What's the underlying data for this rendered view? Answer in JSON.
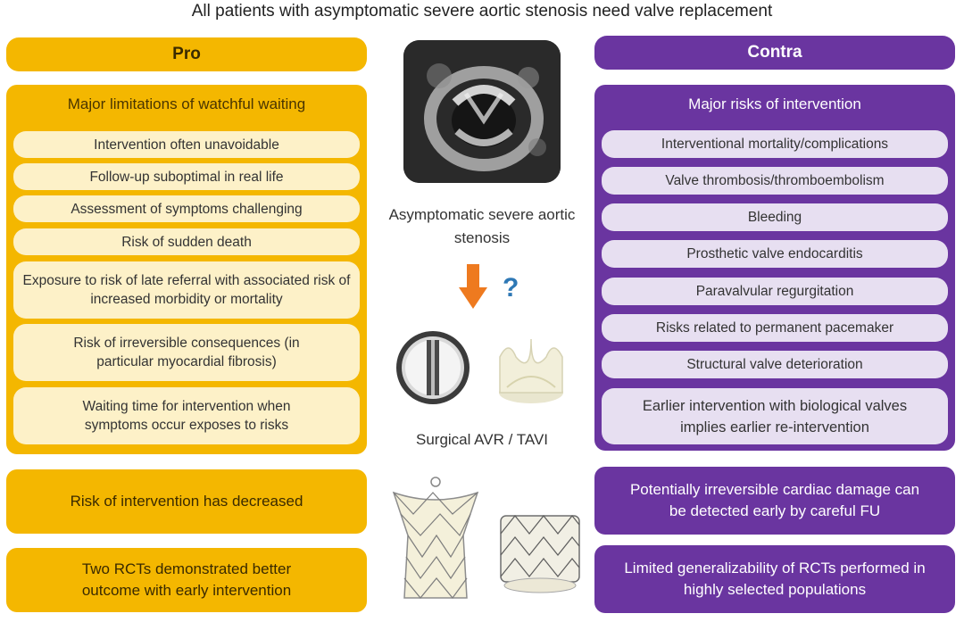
{
  "title": "All patients with asymptomatic severe aortic stenosis need valve replacement",
  "pro": {
    "header": "Pro",
    "panel_title": "Major limitations of watchful waiting",
    "items": [
      "Intervention often unavoidable",
      "Follow-up suboptimal in real life",
      "Assessment of symptoms challenging",
      "Risk of sudden death",
      "Exposure to risk of late referral with associated risk of increased morbidity or mortality",
      "Risk of irreversible consequences (in particular myocardial fibrosis)",
      "Waiting time for intervention when symptoms occur exposes to risks"
    ],
    "boxes": [
      "Risk of intervention has decreased",
      "Two RCTs demonstrated better outcome with early intervention"
    ]
  },
  "contra": {
    "header": "Contra",
    "panel_title": "Major risks of intervention",
    "items": [
      "Interventional mortality/complications",
      "Valve thrombosis/thromboembolism",
      "Bleeding",
      "Prosthetic valve endocarditis",
      "Paravalvular regurgitation",
      "Risks related to permanent pacemaker",
      "Structural valve deterioration",
      "Earlier intervention with biological valves implies earlier re-intervention"
    ],
    "boxes": [
      "Potentially irreversible cardiac damage can be detected early by careful FU",
      "Limited generalizability of RCTs performed in highly selected populations"
    ]
  },
  "center": {
    "condition_label": "Asymptomatic severe aortic stenosis",
    "question_mark": "?",
    "treatment_label": "Surgical AVR / TAVI"
  },
  "colors": {
    "pro": "#F4B700",
    "pro_item": "#FDF1C8",
    "contra": "#6A35A0",
    "contra_item": "#E7DFF1",
    "arrow": "#EE7A1F",
    "question": "#2E78B5"
  },
  "icons": [
    "echocardiogram-image",
    "down-arrow-icon",
    "mechanical-valve-icon",
    "bioprosthetic-valve-icon",
    "transcatheter-valve-icon"
  ]
}
